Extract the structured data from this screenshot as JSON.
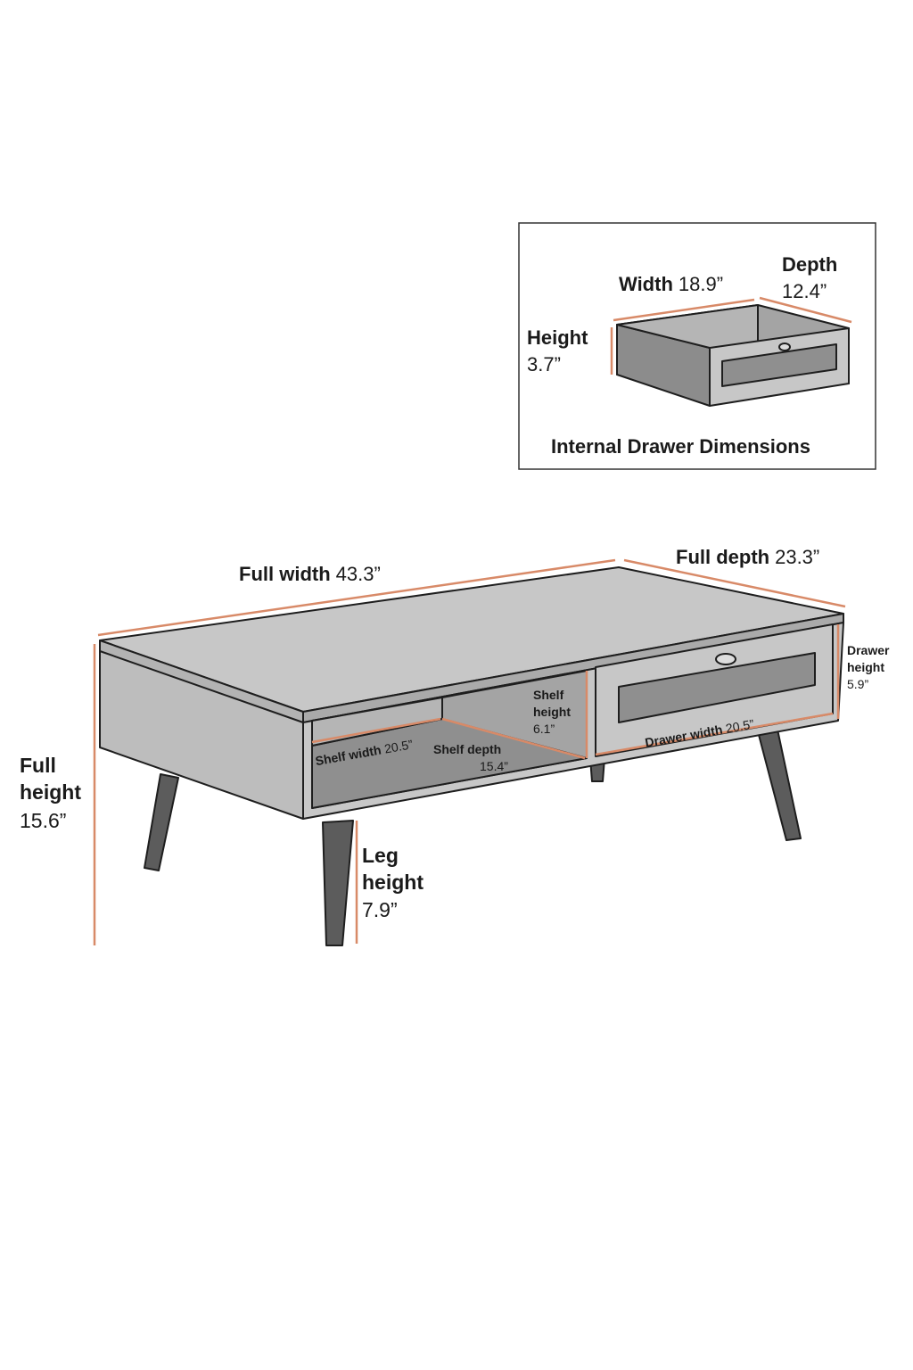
{
  "colors": {
    "furniture_fill": "#c7c7c7",
    "furniture_dark": "#8f8f8f",
    "furniture_interior": "#a4a4a4",
    "leg": "#5c5c5c",
    "outline": "#1e1e1e",
    "dimension_line": "#d88a68"
  },
  "inset": {
    "title": "Internal Drawer Dimensions",
    "width": {
      "label": "Width",
      "value": "18.9”"
    },
    "depth": {
      "label": "Depth",
      "value": "12.4”"
    },
    "height": {
      "label": "Height",
      "value": "3.7”"
    }
  },
  "table": {
    "full_width": {
      "label": "Full width",
      "value": "43.3”"
    },
    "full_depth": {
      "label": "Full depth",
      "value": "23.3”"
    },
    "full_height": {
      "label_line1": "Full",
      "label_line2": "height",
      "value": "15.6”"
    },
    "leg_height": {
      "label_line1": "Leg",
      "label_line2": "height",
      "value": "7.9”"
    },
    "drawer_height": {
      "label_line1": "Drawer",
      "label_line2": "height",
      "value": "5.9”"
    },
    "drawer_width": {
      "label": "Drawer width",
      "value": "20.5”"
    },
    "shelf_height": {
      "label_line1": "Shelf",
      "label_line2": "height",
      "value": "6.1”"
    },
    "shelf_width": {
      "label": "Shelf width",
      "value": "20.5”"
    },
    "shelf_depth": {
      "label": "Shelf depth",
      "value": "15.4”"
    }
  }
}
